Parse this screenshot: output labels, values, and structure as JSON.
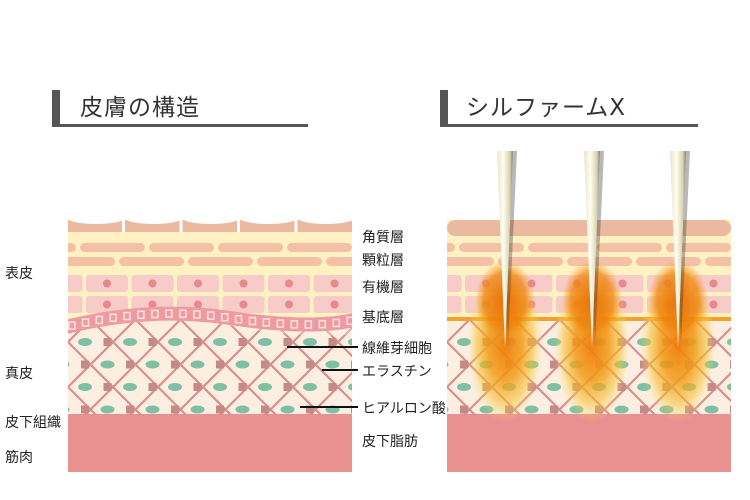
{
  "left_panel": {
    "title": "皮膚の構造",
    "side_labels": [
      "表皮",
      "真皮",
      "皮下組織",
      "筋肉"
    ],
    "layer_labels": [
      "角質層",
      "顆粒層",
      "有機層",
      "基底層",
      "線維芽細胞",
      "エラスチン",
      "ヒアルロン酸",
      "皮下脂肪"
    ]
  },
  "right_panel": {
    "title": "シルファームX",
    "needle_count": 3
  },
  "colors": {
    "title_bar": "#555555",
    "stratum_corneum": "#EBB9A0",
    "epidermis_bg": "#FFF1C2",
    "granular_cells": "#F5C1A6",
    "spinous_cells": "#F6CBC8",
    "cell_nucleus": "#E8888A",
    "basal_layer": "#EE9AA0",
    "dermis_bg": "#FCEFE2",
    "elastin": "#D98E8E",
    "fibroblast": "#7FBFA3",
    "subcutaneous": "#E99090",
    "heat": "#F08A10"
  }
}
